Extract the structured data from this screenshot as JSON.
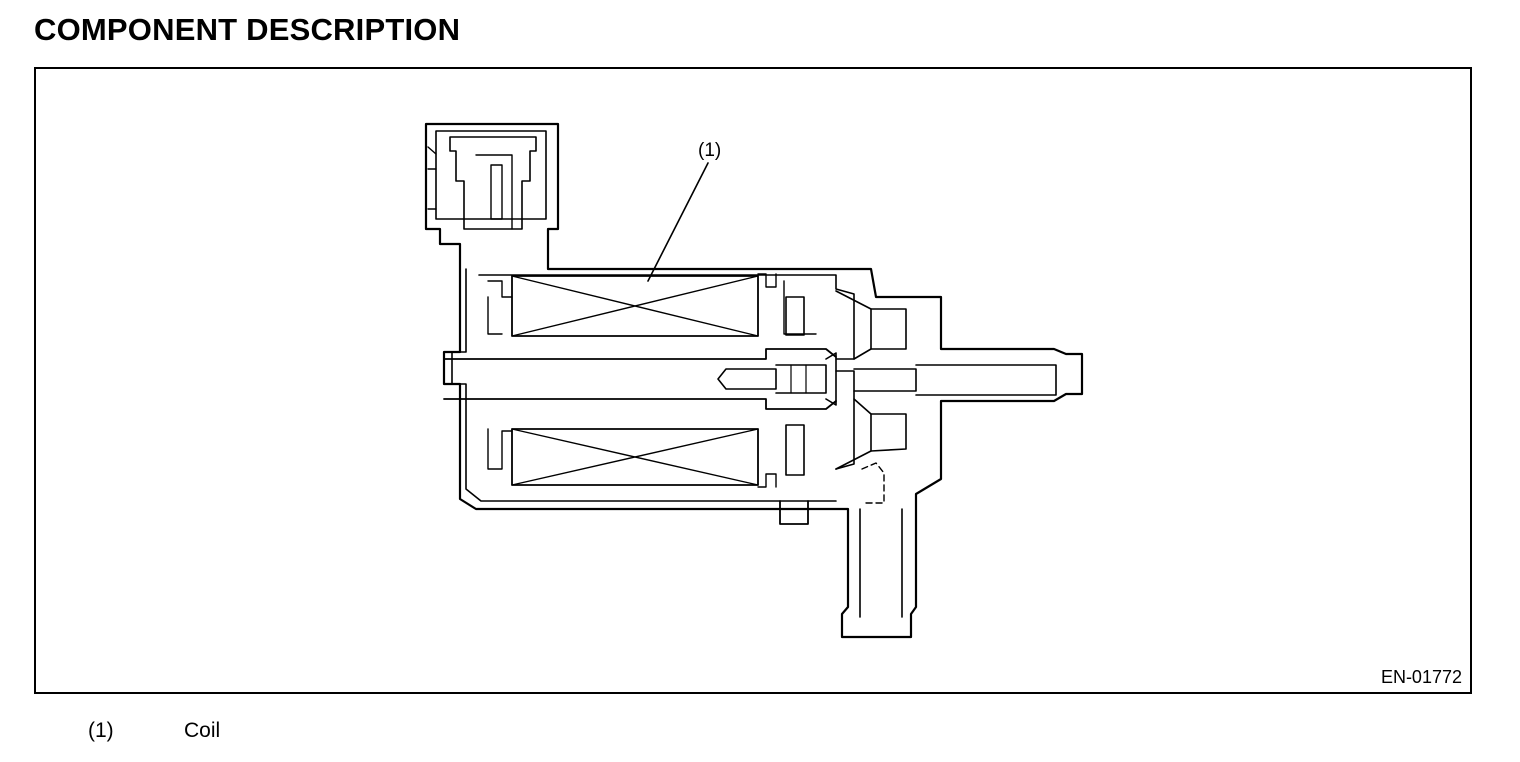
{
  "heading": "COMPONENT DESCRIPTION",
  "figure": {
    "callouts": [
      {
        "label": "(1)"
      }
    ],
    "figure_id": "EN-01772"
  },
  "legend": [
    {
      "number": "(1)",
      "name": "Coil"
    }
  ],
  "colors": {
    "line": "#000000",
    "background": "#ffffff"
  }
}
